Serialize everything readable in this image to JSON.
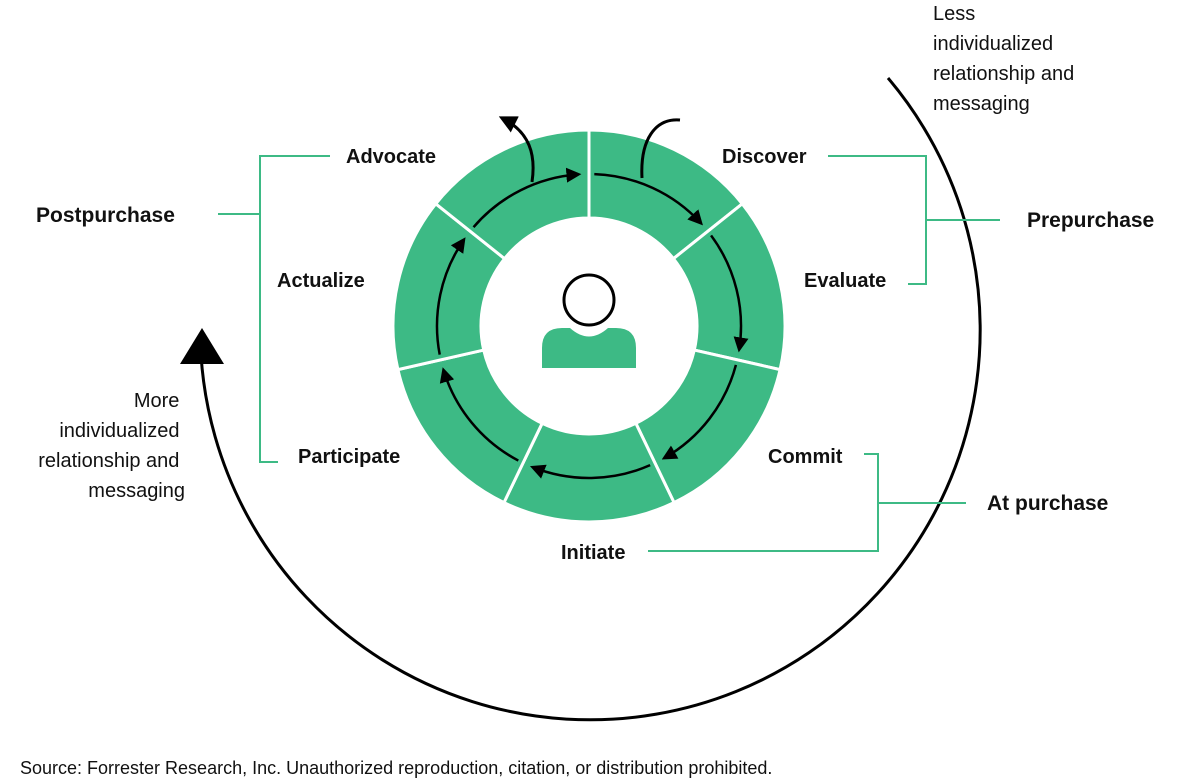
{
  "colors": {
    "accent": "#3dba85",
    "bracket": "#3dba85",
    "ink": "#000000"
  },
  "stages": {
    "discover": "Discover",
    "evaluate": "Evaluate",
    "commit": "Commit",
    "initiate": "Initiate",
    "participate": "Participate",
    "actualize": "Actualize",
    "advocate": "Advocate"
  },
  "groups": {
    "prepurchase": "Prepurchase",
    "at_purchase": "At purchase",
    "postpurchase": "Postpurchase"
  },
  "notes": {
    "less": [
      "Less",
      "individualized",
      "relationship and",
      "messaging"
    ],
    "more": [
      "More",
      "individualized",
      "relationship and",
      "messaging"
    ]
  },
  "center_icon": "person-icon",
  "source": "Source: Forrester Research, Inc. Unauthorized reproduction, citation, or distribution prohibited."
}
